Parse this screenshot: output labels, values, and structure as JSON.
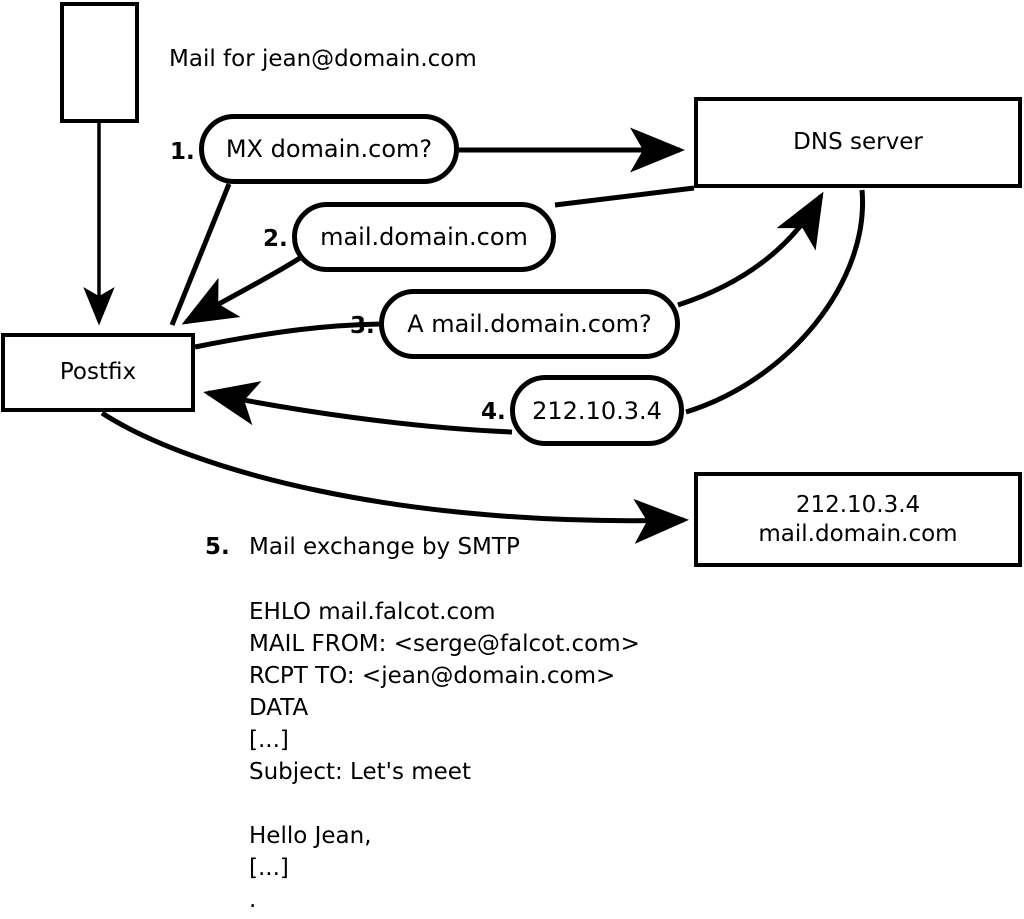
{
  "diagram": {
    "title_note": "Mail for jean@domain.com",
    "nodes": {
      "client_box": {
        "label": ""
      },
      "postfix": {
        "label": "Postfix"
      },
      "dns_server": {
        "label": "DNS server"
      },
      "remote_mx": {
        "line1": "212.10.3.4",
        "line2": "mail.domain.com"
      }
    },
    "steps": [
      {
        "num": "1.",
        "message": "MX domain.com?"
      },
      {
        "num": "2.",
        "message": "mail.domain.com"
      },
      {
        "num": "3.",
        "message": "A mail.domain.com?"
      },
      {
        "num": "4.",
        "message": "212.10.3.4"
      },
      {
        "num": "5.",
        "message": "Mail exchange by SMTP"
      }
    ],
    "transcript": [
      "EHLO mail.falcot.com",
      "MAIL FROM: <serge@falcot.com>",
      "RCPT TO: <jean@domain.com>",
      "DATA",
      "[...]",
      "Subject: Let's meet",
      "",
      "Hello Jean,",
      "[...]",
      "."
    ],
    "colors": {
      "stroke": "#000000",
      "fill": "#ffffff"
    }
  }
}
